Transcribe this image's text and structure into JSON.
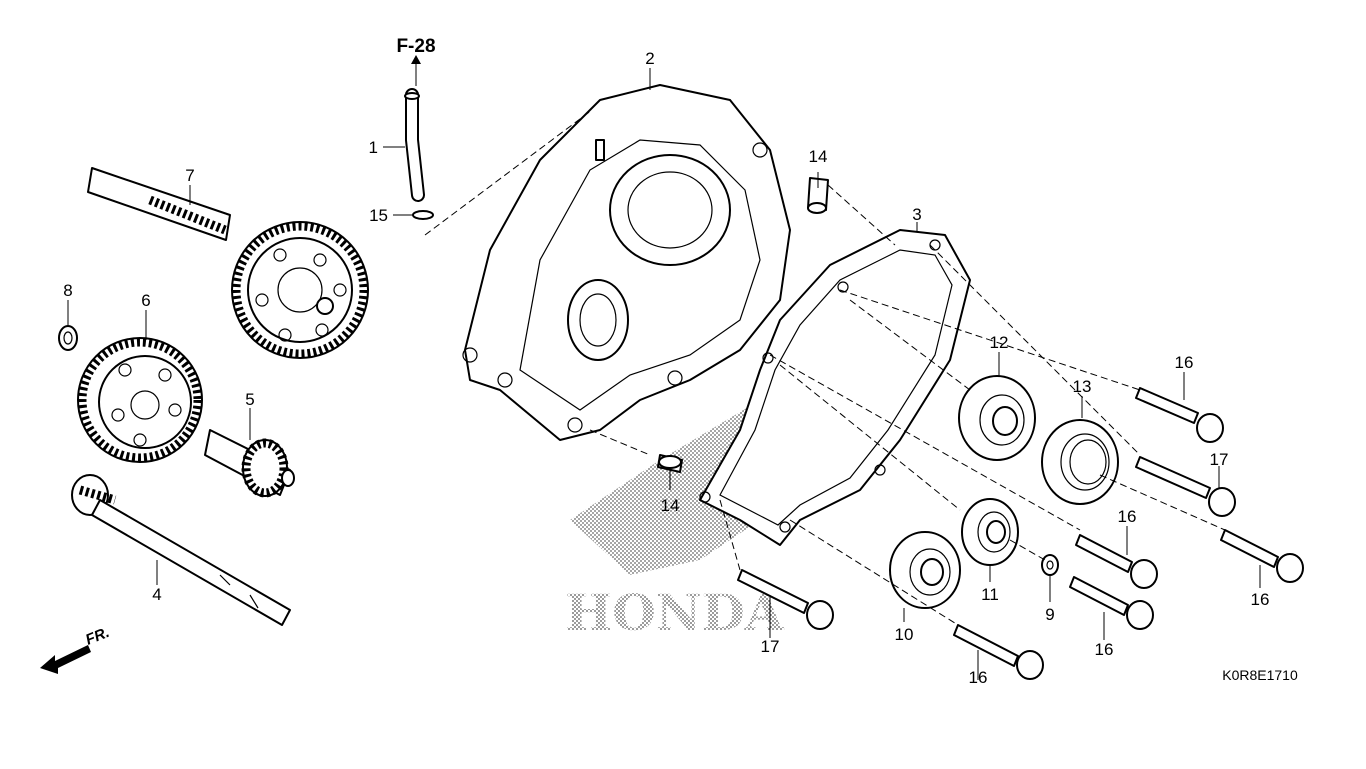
{
  "diagram_code": "K0R8E1710",
  "reference": {
    "label": "F-28"
  },
  "direction": {
    "label": "FR."
  },
  "watermark": {
    "text": "HONDA"
  },
  "callouts": [
    {
      "id": "c1",
      "num": "1"
    },
    {
      "id": "c2",
      "num": "2"
    },
    {
      "id": "c3",
      "num": "3"
    },
    {
      "id": "c4",
      "num": "4"
    },
    {
      "id": "c5",
      "num": "5"
    },
    {
      "id": "c6",
      "num": "6"
    },
    {
      "id": "c7",
      "num": "7"
    },
    {
      "id": "c8",
      "num": "8"
    },
    {
      "id": "c9",
      "num": "9"
    },
    {
      "id": "c10",
      "num": "10"
    },
    {
      "id": "c11",
      "num": "11"
    },
    {
      "id": "c12",
      "num": "12"
    },
    {
      "id": "c13",
      "num": "13"
    },
    {
      "id": "c14a",
      "num": "14"
    },
    {
      "id": "c14b",
      "num": "14"
    },
    {
      "id": "c15",
      "num": "15"
    },
    {
      "id": "c16a",
      "num": "16"
    },
    {
      "id": "c16b",
      "num": "16"
    },
    {
      "id": "c16c",
      "num": "16"
    },
    {
      "id": "c16d",
      "num": "16"
    },
    {
      "id": "c16e",
      "num": "16"
    },
    {
      "id": "c17a",
      "num": "17"
    },
    {
      "id": "c17b",
      "num": "17"
    }
  ]
}
